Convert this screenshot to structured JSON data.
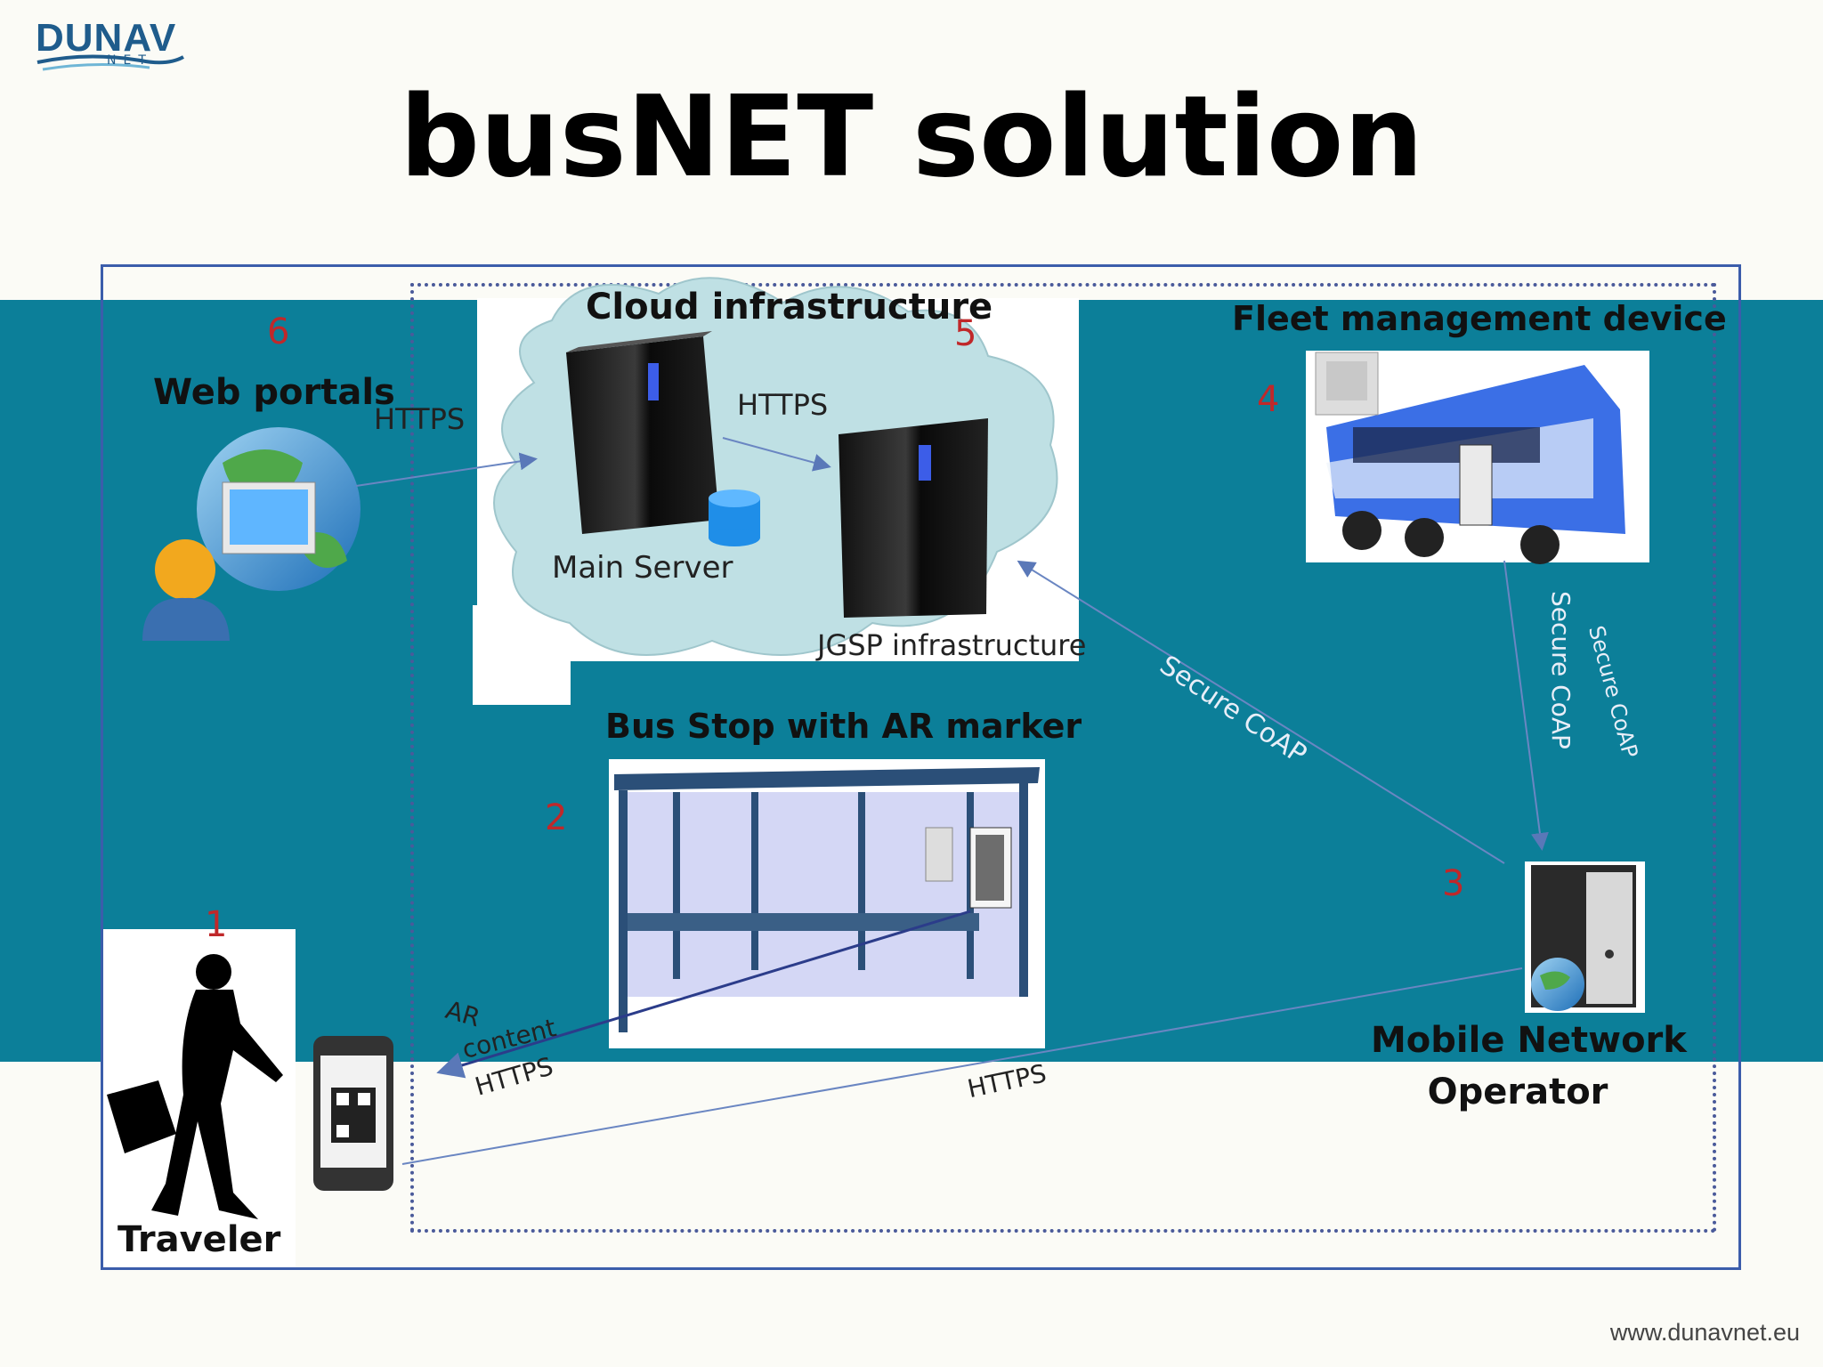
{
  "logo": {
    "main": "DUNAV",
    "sub": "NET"
  },
  "title": "busNET solution",
  "nodes": {
    "web_portals": {
      "number": "6",
      "label": "Web portals"
    },
    "cloud": {
      "number": "5",
      "label": "Cloud infrastructure",
      "main_server": "Main Server",
      "jgsp": "JGSP infrastructure"
    },
    "fleet": {
      "number": "4",
      "label": "Fleet management device"
    },
    "bus_stop": {
      "number": "2",
      "label": "Bus Stop with AR marker"
    },
    "mno": {
      "number": "3",
      "label_line1": "Mobile Network",
      "label_line2": "Operator"
    },
    "traveler": {
      "number": "1",
      "label": "Traveler"
    }
  },
  "links": {
    "web_https": "HTTPS",
    "cloud_https": "HTTPS",
    "secure_coap_cloud": "Secure CoAP",
    "secure_coap_fleet_a": "Secure CoAP",
    "secure_coap_fleet_b": "Secure CoAP",
    "ar_line1": "AR",
    "ar_line2": "content",
    "ar_line3": "HTTPS",
    "traveler_https": "HTTPS"
  },
  "colors": {
    "band": "#0c7f99",
    "frame": "#3b5dab",
    "number": "#c0282a"
  },
  "footer": {
    "url": "www.dunavnet.eu"
  }
}
